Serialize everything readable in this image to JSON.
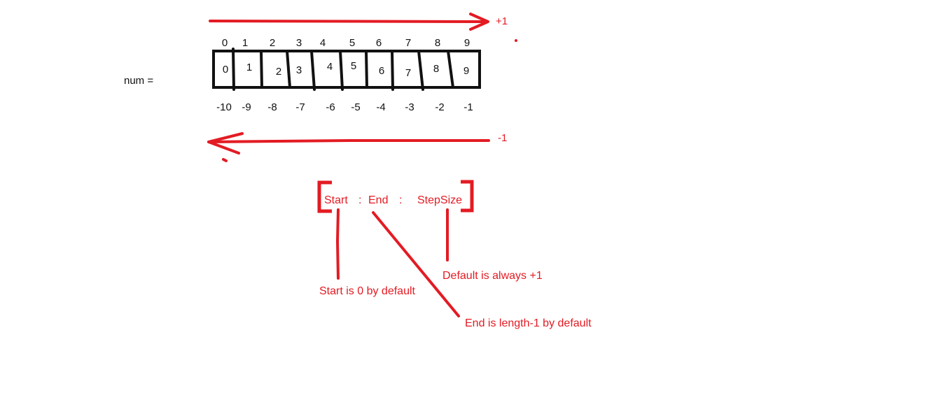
{
  "variable_label": "num =",
  "cells": [
    "0",
    "1",
    "2",
    "3",
    "4",
    "5",
    "6",
    "7",
    "8",
    "9"
  ],
  "positive_indices": [
    "0",
    "1",
    "2",
    "3",
    "4",
    "5",
    "6",
    "7",
    "8",
    "9"
  ],
  "negative_indices": [
    "-10",
    "-9",
    "-8",
    "-7",
    "-6",
    "-5",
    "-4",
    "-3",
    "-2",
    "-1"
  ],
  "forward_arrow_label": "+1",
  "backward_arrow_label": "-1",
  "slice_syntax": {
    "start": "Start",
    "sep1": ":",
    "end": "End",
    "sep2": ":",
    "step": "StepSize"
  },
  "notes": {
    "start": "Start is 0 by default",
    "end": "End is length-1 by default",
    "step": "Default is always +1"
  },
  "colors": {
    "annotation": "#e31b23",
    "array": "#111111"
  }
}
